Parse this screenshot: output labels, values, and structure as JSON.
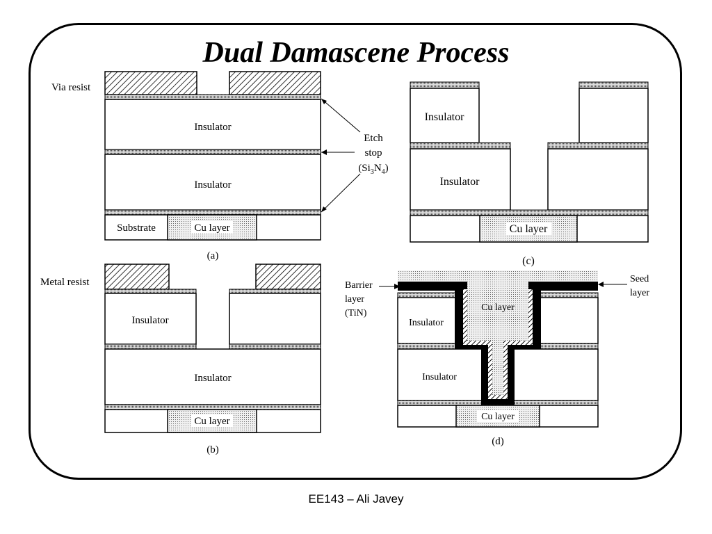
{
  "title": "Dual Damascene Process",
  "footer": "EE143 – Ali Javey",
  "labels": {
    "via_resist": "Via resist",
    "metal_resist": "Metal resist",
    "insulator": "Insulator",
    "substrate": "Substrate",
    "cu_layer": "Cu layer",
    "etch": "Etch",
    "stop": "stop",
    "si3n4_open": "(Si",
    "si3n4_3": "3",
    "si3n4_n": "N",
    "si3n4_4": "4",
    "si3n4_close": ")",
    "barrier": "Barrier",
    "layer": "layer",
    "tin": "(TiN)",
    "seed": "Seed",
    "seed_layer": "layer"
  },
  "captions": {
    "a": "(a)",
    "b": "(b)",
    "c": "(c)",
    "d": "(d)"
  }
}
